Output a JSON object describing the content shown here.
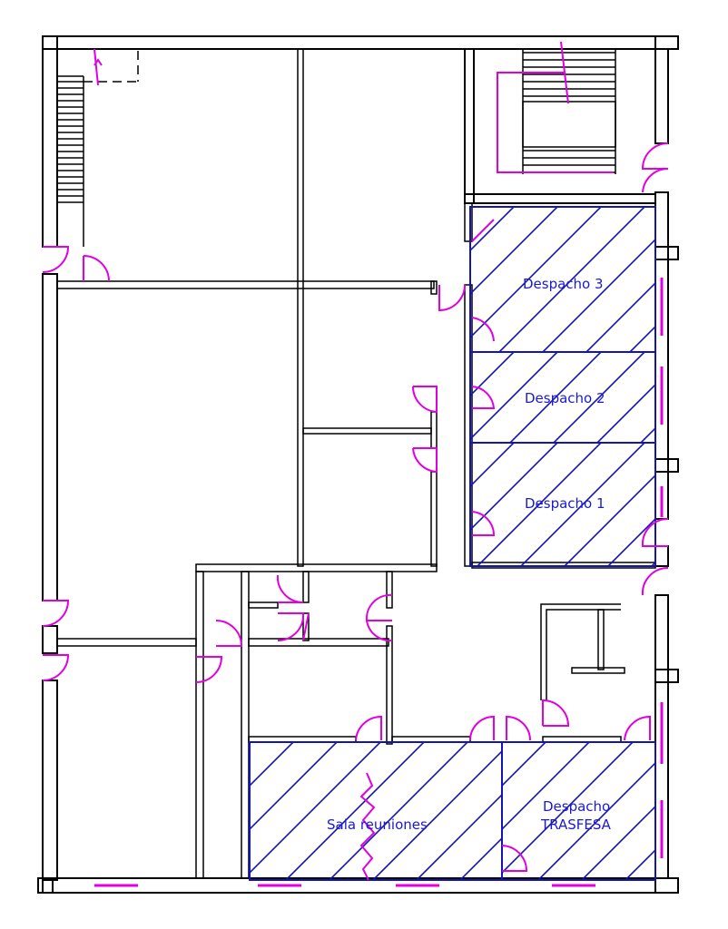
{
  "plan": {
    "rooms": {
      "despacho3": "Despacho  3",
      "despacho2": "Despacho  2",
      "despacho1": "Despacho  1",
      "sala": "Sala  reuniones",
      "trasfesa_line1": "Despacho",
      "trasfesa_line2": "TRASFESA"
    },
    "colors": {
      "walls": "#000000",
      "doors_windows": "#e000e0",
      "highlighted_rooms": "#1414b4"
    }
  }
}
